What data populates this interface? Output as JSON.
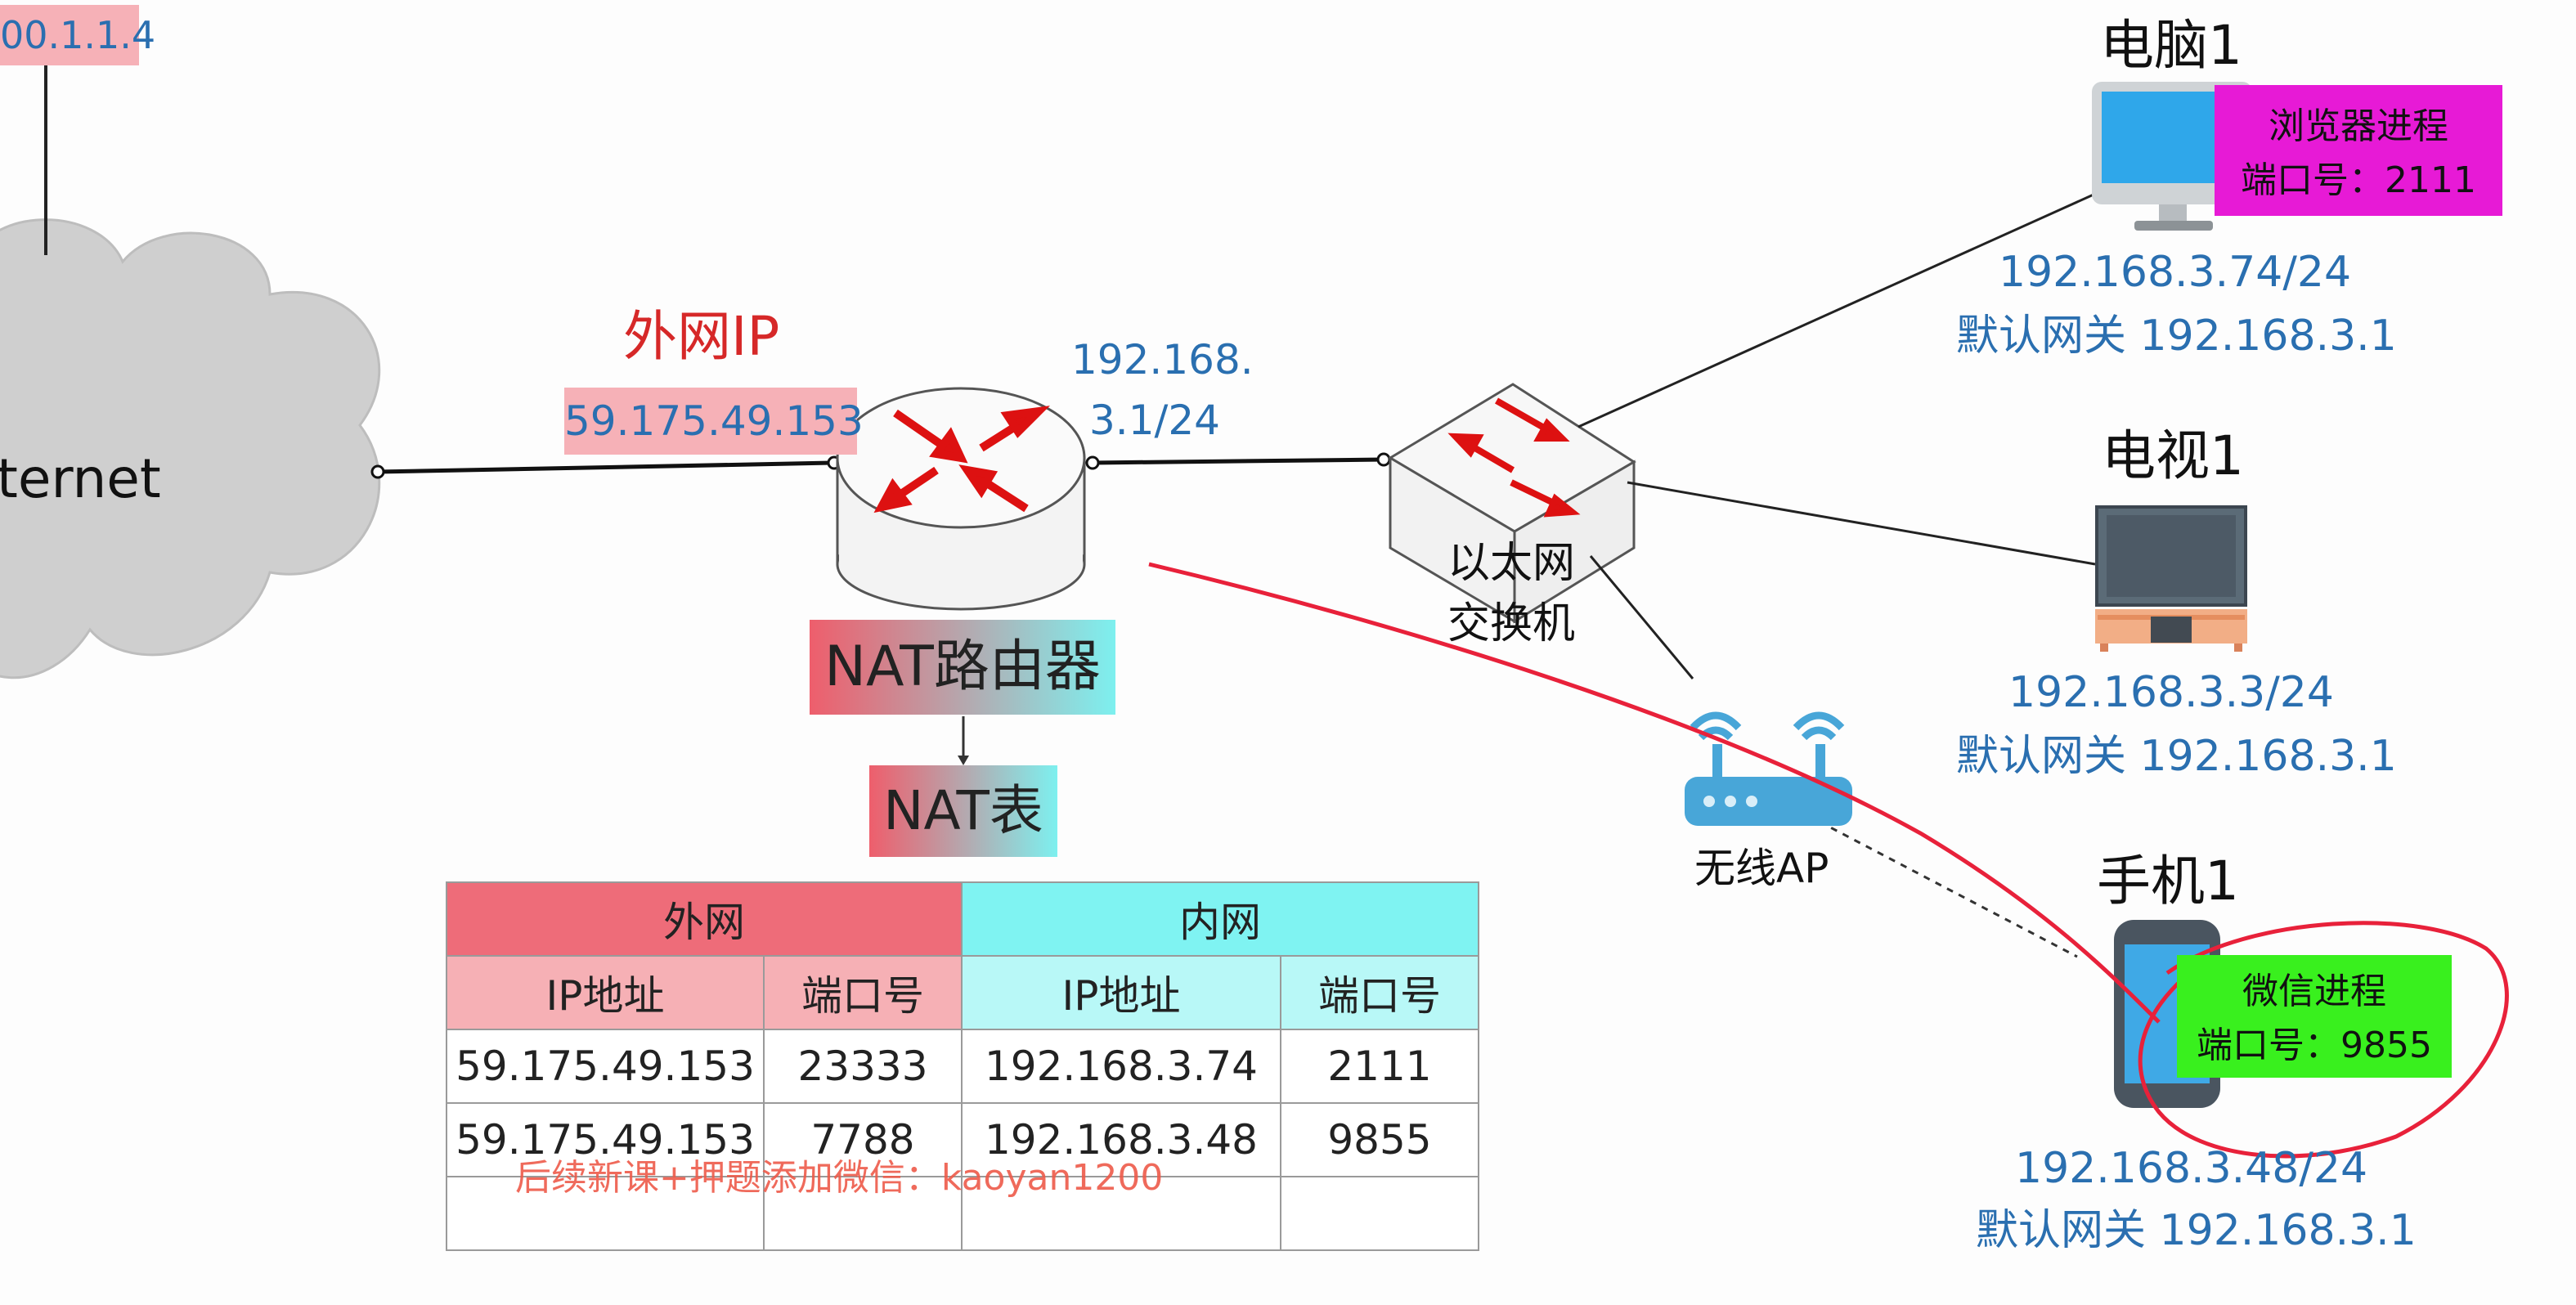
{
  "partial_top_ip": "00.1.1.4",
  "internet_label": "ternet",
  "router": {
    "wan_caption": "外网IP",
    "wan_ip": "59.175.49.153",
    "lan_ip_line1": "192.168.",
    "lan_ip_line2": "3.1/24",
    "name": "NAT路由器",
    "table_label": "NAT表"
  },
  "switch": {
    "label_line1": "以太网",
    "label_line2": "交换机"
  },
  "ap": {
    "label": "无线AP"
  },
  "devices": {
    "pc": {
      "name": "电脑1",
      "process_name": "浏览器进程",
      "process_port": "端口号：2111",
      "ip": "192.168.3.74/24",
      "gateway": "默认网关 192.168.3.1"
    },
    "tv": {
      "name": "电视1",
      "ip": "192.168.3.3/24",
      "gateway": "默认网关 192.168.3.1"
    },
    "phone": {
      "name": "手机1",
      "process_name": "微信进程",
      "process_port": "端口号：9855",
      "ip": "192.168.3.48/24",
      "gateway": "默认网关 192.168.3.1"
    }
  },
  "nat_table": {
    "groups": [
      "外网",
      "内网"
    ],
    "columns": [
      "IP地址",
      "端口号",
      "IP地址",
      "端口号"
    ],
    "rows": [
      [
        "59.175.49.153",
        "23333",
        "192.168.3.74",
        "2111"
      ],
      [
        "59.175.49.153",
        "7788",
        "192.168.3.48",
        "9855"
      ],
      [
        "",
        "",
        "",
        ""
      ]
    ]
  },
  "watermark": "后续新课+押题添加微信：kaoyan1200",
  "colors": {
    "external": "#ee6c79",
    "internal": "#7ff3f2",
    "ip_text": "#2a6fb0",
    "browser_process": "#e71ad6",
    "wechat_process": "#39f01e",
    "annotation": "#e8213a"
  }
}
